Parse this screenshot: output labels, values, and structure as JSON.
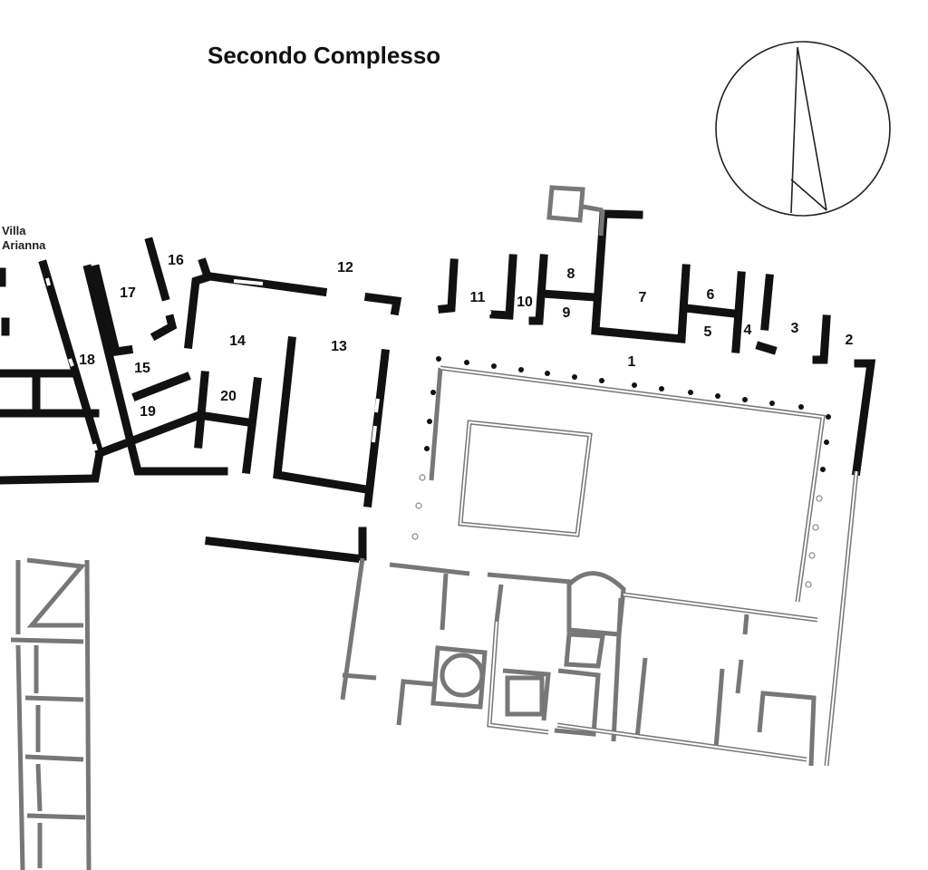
{
  "title": "Secondo Complesso",
  "neighbour_label": "Villa Arianna",
  "rooms": [
    {
      "n": "1"
    },
    {
      "n": "2"
    },
    {
      "n": "3"
    },
    {
      "n": "4"
    },
    {
      "n": "5"
    },
    {
      "n": "6"
    },
    {
      "n": "7"
    },
    {
      "n": "8"
    },
    {
      "n": "9"
    },
    {
      "n": "10"
    },
    {
      "n": "11"
    },
    {
      "n": "12"
    },
    {
      "n": "13"
    },
    {
      "n": "14"
    },
    {
      "n": "15"
    },
    {
      "n": "16"
    },
    {
      "n": "17"
    },
    {
      "n": "18"
    },
    {
      "n": "19"
    },
    {
      "n": "20"
    }
  ],
  "colors": {
    "wall": "#111111",
    "outline": "#777777",
    "background": "#ffffff"
  },
  "icons": {
    "north_arrow": "compass-north-icon"
  }
}
